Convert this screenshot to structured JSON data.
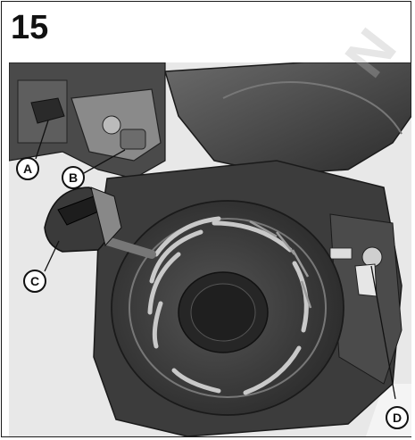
{
  "figure": {
    "number": "15"
  },
  "callouts": {
    "a": "A",
    "b": "B",
    "c": "C",
    "d": "D"
  },
  "watermark": "N",
  "colors": {
    "engine_dark": "#3b3b3b",
    "engine_mid": "#5a5a5a",
    "engine_light": "#8a8a8a",
    "background": "#ffffff",
    "border": "#1a1a1a"
  }
}
